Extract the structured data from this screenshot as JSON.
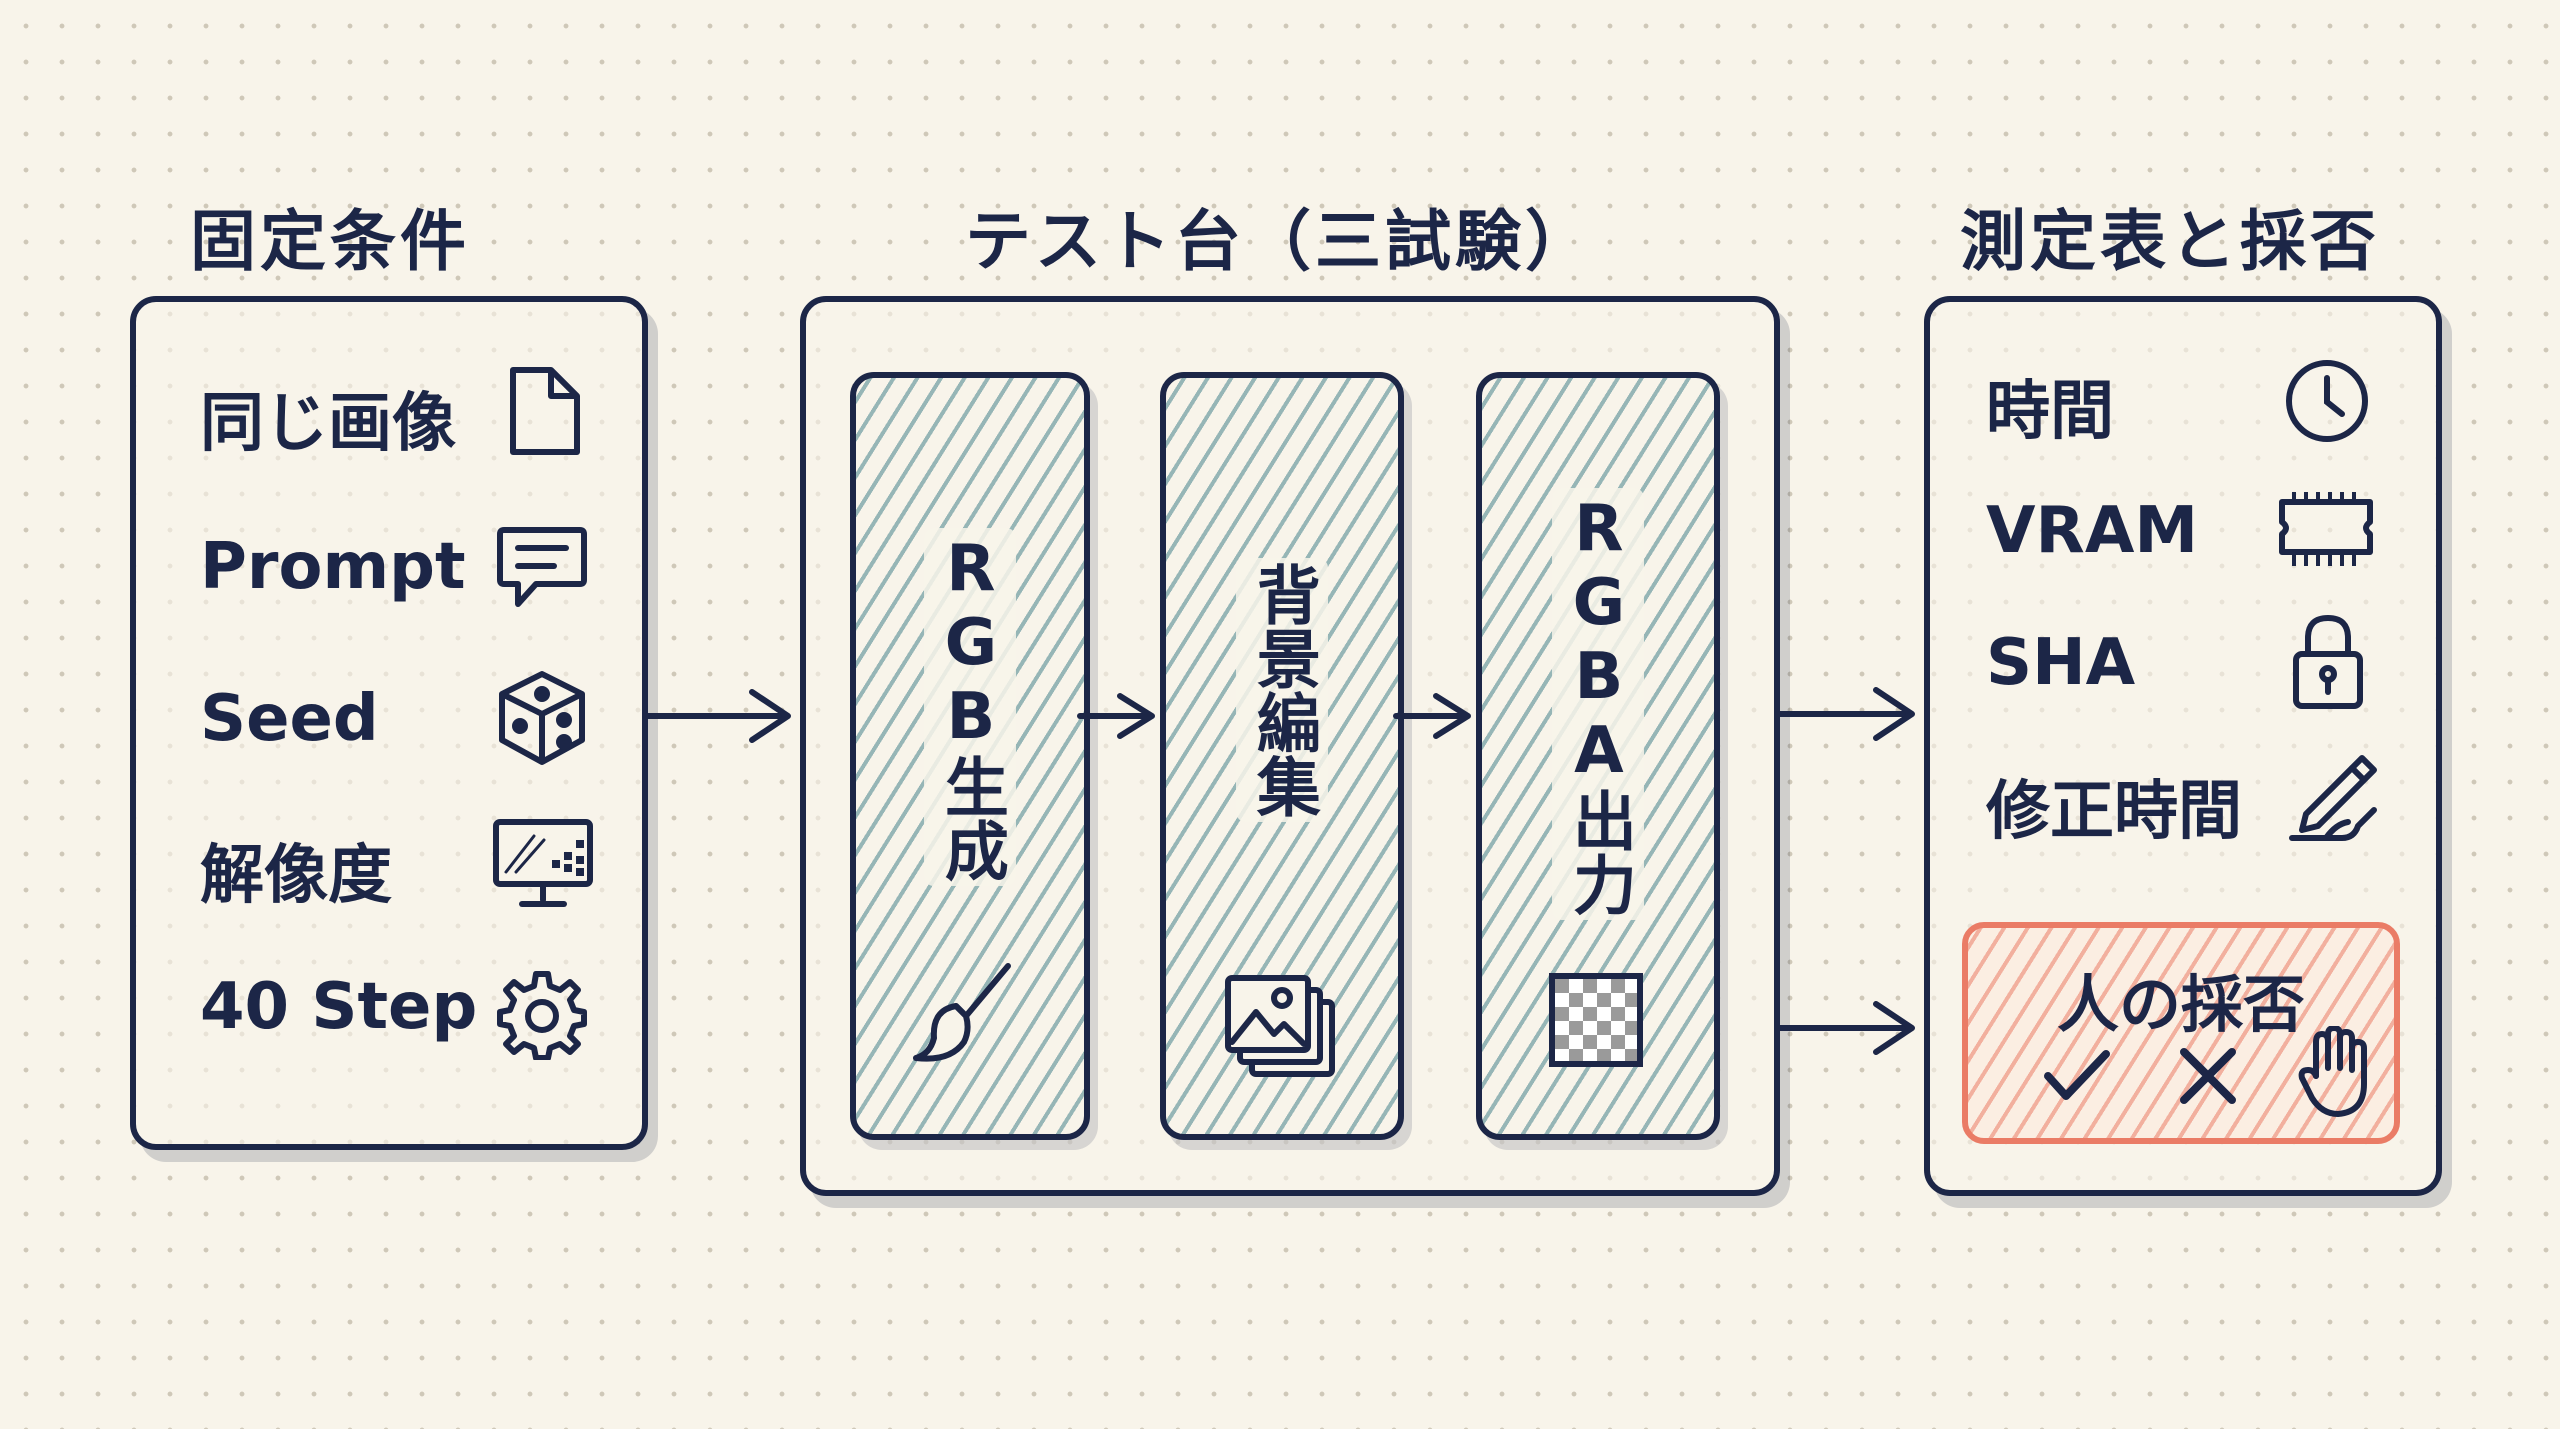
{
  "headings": {
    "fixed": "固定条件",
    "testbed": "テスト台（三試験）",
    "measure": "測定表と採否"
  },
  "fixed_conditions": [
    {
      "label": "同じ画像",
      "icon": "document-icon"
    },
    {
      "label": "Prompt",
      "icon": "chat-bubble-icon"
    },
    {
      "label": "Seed",
      "icon": "dice-icon"
    },
    {
      "label": "解像度",
      "icon": "monitor-icon"
    },
    {
      "label": "40 Step",
      "icon": "gear-icon"
    }
  ],
  "stages": [
    {
      "label": "RGB生成",
      "icon": "paintbrush-icon"
    },
    {
      "label": "背景編集",
      "icon": "image-stack-icon"
    },
    {
      "label": "RGBA出力",
      "icon": "transparency-checker-icon"
    }
  ],
  "measurements": [
    {
      "label": "時間",
      "icon": "clock-icon"
    },
    {
      "label": "VRAM",
      "icon": "memory-chip-icon"
    },
    {
      "label": "SHA",
      "icon": "lock-icon"
    },
    {
      "label": "修正時間",
      "icon": "pencil-hand-icon"
    }
  ],
  "approval": {
    "label": "人の採否",
    "icons": [
      "check-icon",
      "cross-icon",
      "hand-icon"
    ],
    "accent": "#ea7c66"
  },
  "colors": {
    "ink": "#1c2647",
    "paper": "#f8f4ea",
    "hatch": "#46828c",
    "accent": "#ea7c66"
  }
}
